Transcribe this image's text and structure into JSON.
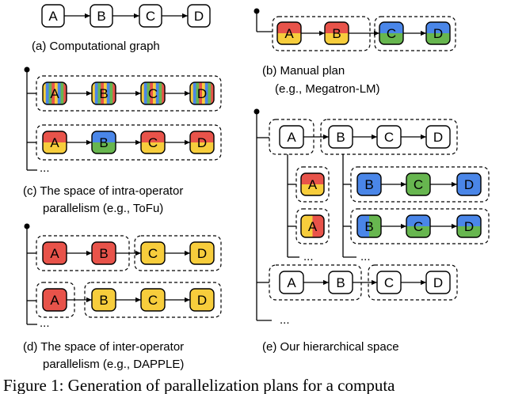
{
  "node_labels": [
    "A",
    "B",
    "C",
    "D"
  ],
  "colors": {
    "red": "#e8534a",
    "yellow": "#f7cd3c",
    "blue": "#4a86e8",
    "green": "#67b64f",
    "stroke": "#000000"
  },
  "panels": {
    "a": {
      "caption": "(a) Computational graph"
    },
    "b": {
      "caption_line1": "(b) Manual plan",
      "caption_line2": "(e.g., Megatron-LM)"
    },
    "c": {
      "caption_line1": "(c) The space of intra-operator",
      "caption_line2": "parallelism (e.g., ToFu)"
    },
    "d": {
      "caption_line1": "(d) The space of inter-operator",
      "caption_line2": "parallelism (e.g., DAPPLE)"
    },
    "e": {
      "caption": "(e) Our hierarchical space"
    }
  },
  "ellipsis": "...",
  "figure_caption": "Figure 1: Generation of parallelization plans for a computa"
}
